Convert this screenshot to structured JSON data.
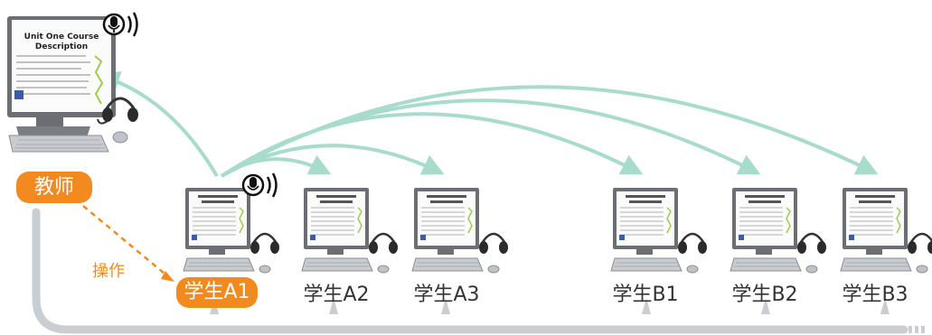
{
  "teacher": {
    "label": "教师",
    "screen_title_line1": "Unit One Course",
    "screen_title_line2": "Description"
  },
  "operate_label": "操作",
  "students": [
    {
      "label": "学生A1",
      "active": true
    },
    {
      "label": "学生A2",
      "active": false
    },
    {
      "label": "学生A3",
      "active": false
    },
    {
      "label": "学生B1",
      "active": false
    },
    {
      "label": "学生B2",
      "active": false
    },
    {
      "label": "学生B3",
      "active": false
    }
  ],
  "colors": {
    "accent": "#f28a1f",
    "arrow": "#a7dccd",
    "bus": "#c9ced3",
    "text": "#333333"
  }
}
